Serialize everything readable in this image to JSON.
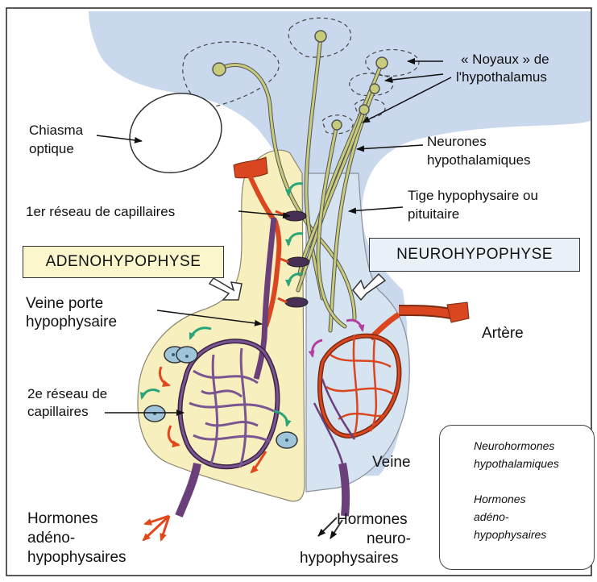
{
  "colors": {
    "brain": "#c9d8ec",
    "adeno_fill": "#f7efbd",
    "neuro_fill": "#d6e3f1",
    "purple": "#6b3f7a",
    "red_artery": "#d9461f",
    "neuron": "#c8cc7a",
    "green_arrow": "#2aa57a",
    "magenta_arrow": "#b43fa0",
    "orange_arrow": "#e2471c",
    "adeno_box_bg": "#fbf6cc",
    "neuro_box_bg": "#eaf0f8"
  },
  "labels": {
    "noyaux_line1": "« Noyaux » de",
    "noyaux_line2": "l'hypothalamus",
    "chiasma_line1": "Chiasma",
    "chiasma_line2": "optique",
    "neurones_line1": "Neurones",
    "neurones_line2": "hypothalamiques",
    "reseau1": "1er réseau de capillaires",
    "tige_line1": "Tige hypophysaire ou",
    "tige_line2": "pituitaire",
    "adeno": "ADENOHYPOPHYSE",
    "neuro": "NEUROHYPOPHYSE",
    "veine_porte_line1": "Veine porte",
    "veine_porte_line2": "hypophysaire",
    "artere": "Artère",
    "reseau2_line1": "2e réseau de",
    "reseau2_line2": "capillaires",
    "veine": "Veine",
    "hormones_adeno_line1": "Hormones",
    "hormones_adeno_line2": "adéno-",
    "hormones_adeno_line3": "hypophysaires",
    "hormones_neuro_line1": "Hormones",
    "hormones_neuro_line2": "neuro-",
    "hormones_neuro_line3": "hypophysaires"
  },
  "legend": {
    "neuro_line1": "Neurohormones",
    "neuro_line2": "hypothalamiques",
    "adeno_line1": "Hormones",
    "adeno_line2": "adéno-",
    "adeno_line3": "hypophysaires"
  }
}
